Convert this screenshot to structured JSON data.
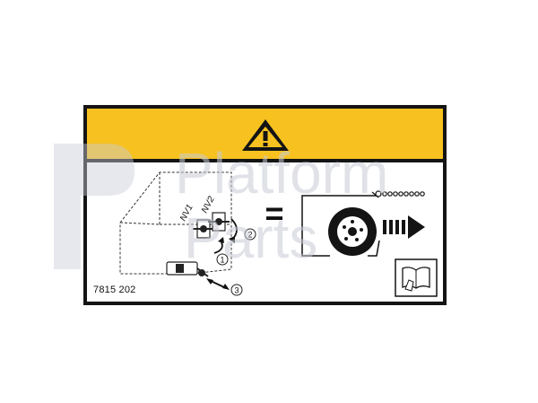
{
  "label": {
    "part_number": "7815 202",
    "valve_tags": [
      "NV1",
      "NV2"
    ],
    "step_numbers": [
      "1",
      "2",
      "3"
    ],
    "equals_symbol": "="
  },
  "colors": {
    "banner": "#f7c21f",
    "ink": "#141414",
    "watermark": "#c7ccd6"
  },
  "icons": {
    "warning": "warning-triangle-icon",
    "manual": "read-manual-icon"
  },
  "watermark": {
    "word1": "Platform",
    "word2": "Parts"
  }
}
